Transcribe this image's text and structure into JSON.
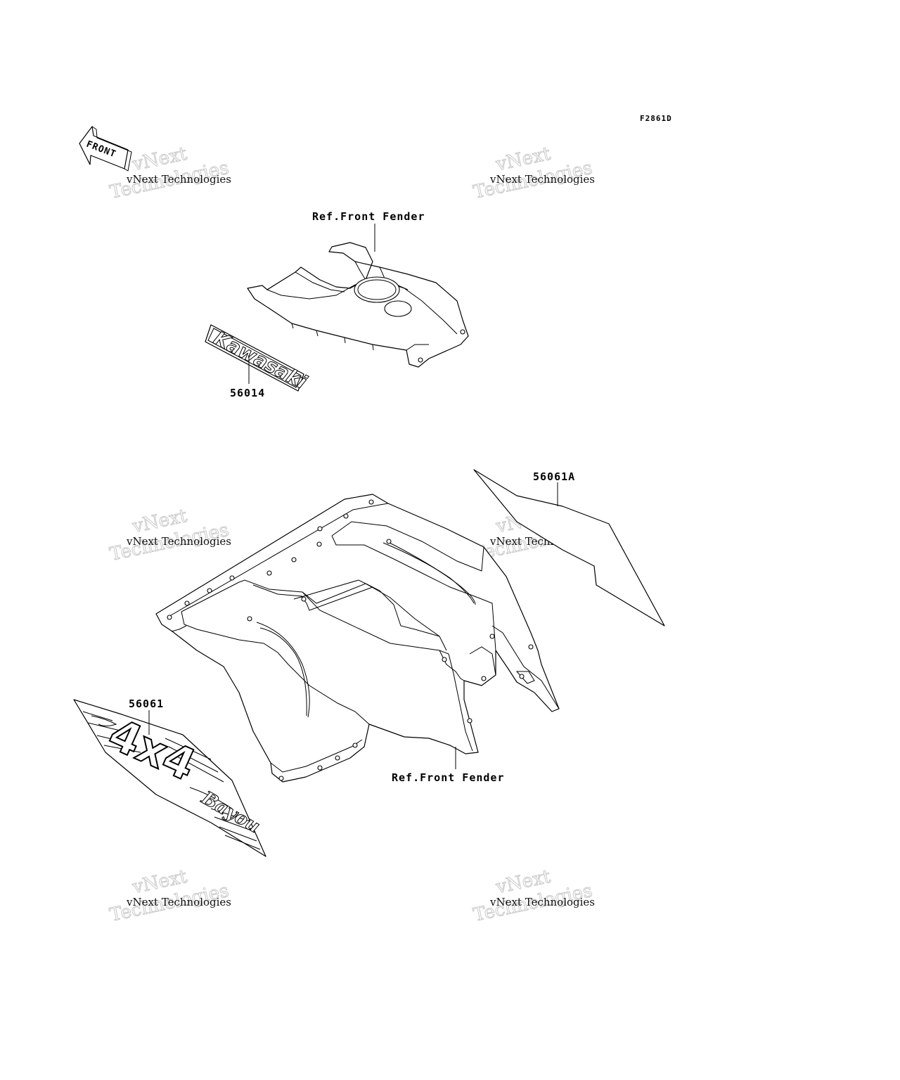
{
  "diagram": {
    "figure_code": "F2861D",
    "front_arrow_text": "FRONT",
    "watermark": {
      "small": "vNext Technologies",
      "big_line1": "vNext",
      "big_line2": "Technologies"
    },
    "callouts": {
      "top_fender_ref": "Ref.Front Fender",
      "kawasaki_decal": "56014",
      "kawasaki_decal_text": "Kawasaki",
      "right_decal": "56061A",
      "left_decal": "56061",
      "left_decal_text": "4x4",
      "left_decal_script": "Bayou",
      "bottom_fender_ref": "Ref.Front Fender"
    }
  }
}
